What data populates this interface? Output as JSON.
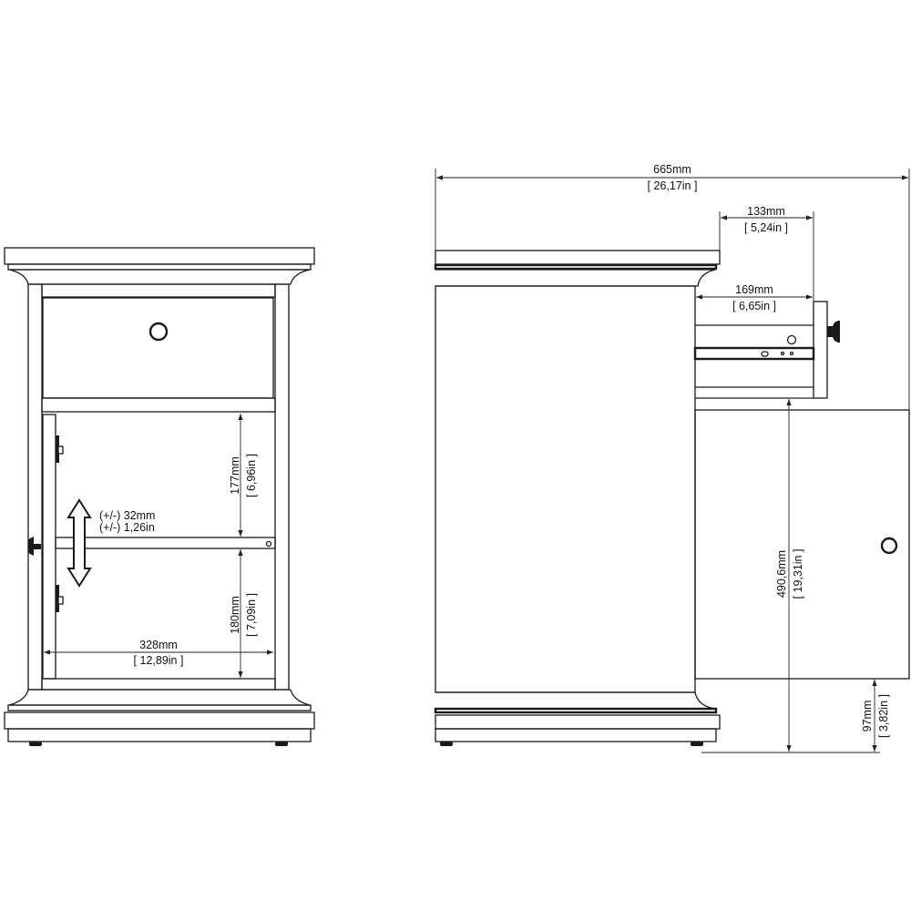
{
  "front_view": {
    "shelf_gap_upper": {
      "mm": "177mm",
      "in": "6,96in"
    },
    "shelf_gap_lower": {
      "mm": "180mm",
      "in": "7,09in"
    },
    "shelf_adjust": {
      "mm": "(+/-) 32mm",
      "in": "(+/-) 1,26in"
    },
    "inner_width": {
      "mm": "328mm",
      "in": "12,89in"
    }
  },
  "side_view": {
    "total_depth": {
      "mm": "665mm",
      "in": "26,17in"
    },
    "drawer_front_offset": {
      "mm": "133mm",
      "in": "5,24in"
    },
    "drawer_extension": {
      "mm": "169mm",
      "in": "6,65in"
    },
    "door_height": {
      "mm": "490,6mm",
      "in": "19,31in"
    },
    "door_bottom_clearance": {
      "mm": "97mm",
      "in": "3,82in"
    }
  },
  "colors": {
    "line": "#1a1a1a",
    "background": "#ffffff"
  }
}
